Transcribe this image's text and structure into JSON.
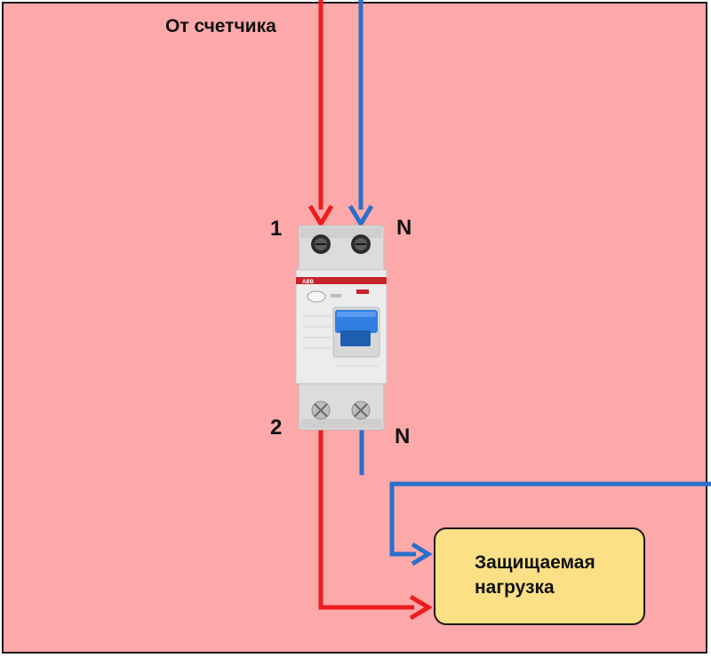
{
  "labels": {
    "source": "От счетчика",
    "terminal_in_phase": "1",
    "terminal_in_neutral": "N",
    "terminal_out_phase": "2",
    "terminal_out_neutral": "N"
  },
  "load": {
    "line1": "Защищаемая",
    "line2": "нагрузка"
  },
  "device": {
    "brand": "ABB"
  },
  "colors": {
    "background": "#fda8a9",
    "phase_wire": "#ee1c1c",
    "neutral_wire": "#2a6fca",
    "load_fill": "#fbe086",
    "device_body": "#e9e9e9",
    "toggle": "#2f7fe0",
    "brand_stripe": "#c8232c"
  },
  "icons": {
    "arrow": "arrowhead",
    "terminal": "screw-terminal",
    "device": "rcd-breaker"
  }
}
